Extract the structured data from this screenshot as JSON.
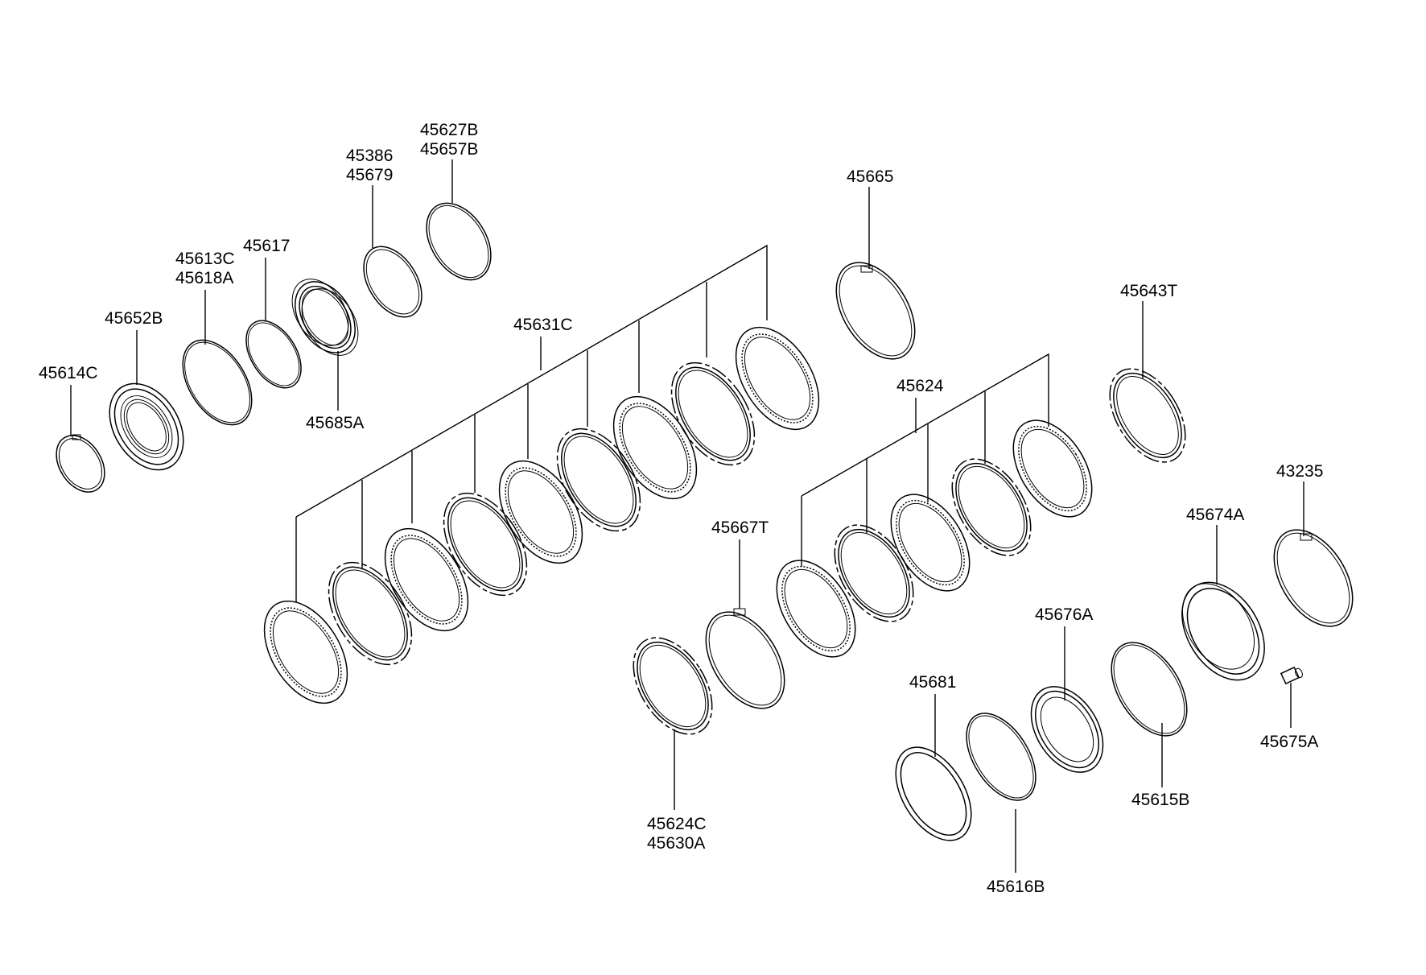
{
  "diagram": {
    "part_labels": {
      "p45614C": "45614C",
      "p45652B": "45652B",
      "p45613C": "45613C",
      "p45618A": "45618A",
      "p45617": "45617",
      "p45386": "45386",
      "p45679": "45679",
      "p45627B": "45627B",
      "p45657B": "45657B",
      "p45685A": "45685A",
      "p45631C": "45631C",
      "p45665": "45665",
      "p45643T": "45643T",
      "p45624": "45624",
      "p45667T": "45667T",
      "p43235": "43235",
      "p45674A": "45674A",
      "p45676A": "45676A",
      "p45681": "45681",
      "p45615B": "45615B",
      "p45675A": "45675A",
      "p45624C": "45624C",
      "p45630A": "45630A",
      "p45616B": "45616B"
    }
  }
}
